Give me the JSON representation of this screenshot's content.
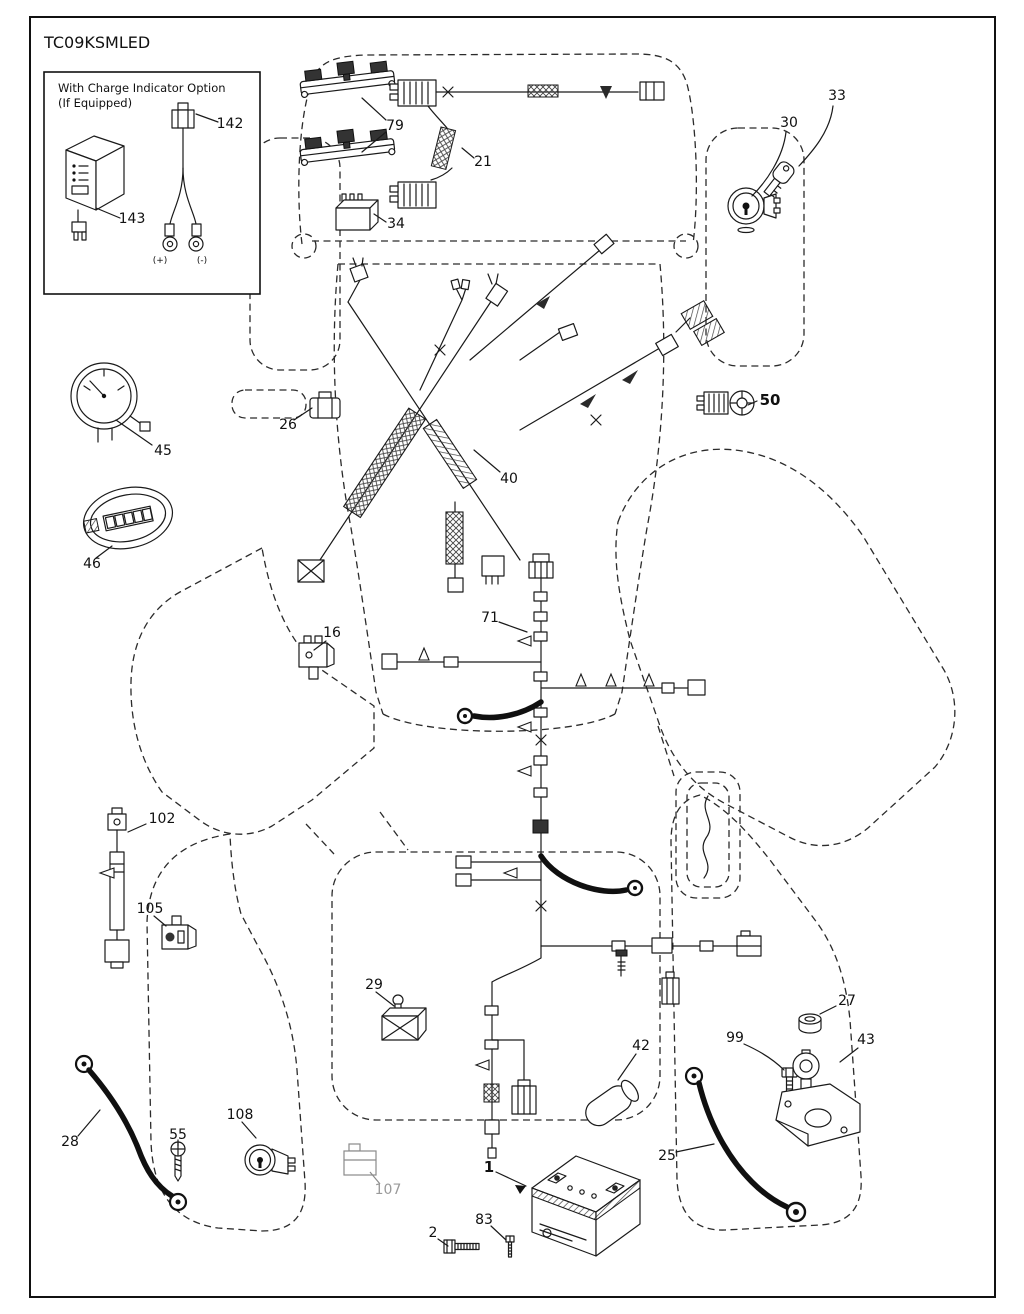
{
  "title": "TC09KSMLED",
  "inset": {
    "heading_line1": "With Charge Indicator Option",
    "heading_line2": "(If Equipped)",
    "plus": "(+)",
    "minus": "(-)"
  },
  "parts": {
    "p1": "1",
    "p2": "2",
    "p16": "16",
    "p21": "21",
    "p25": "25",
    "p26": "26",
    "p27": "27",
    "p28": "28",
    "p29": "29",
    "p30": "30",
    "p33": "33",
    "p34": "34",
    "p40": "40",
    "p42": "42",
    "p43": "43",
    "p45": "45",
    "p46": "46",
    "p50": "50",
    "p55": "55",
    "p71": "71",
    "p79": "79",
    "p83": "83",
    "p99": "99",
    "p102": "102",
    "p105": "105",
    "p107": "107",
    "p108": "108",
    "p142": "142",
    "p143": "143"
  },
  "colors": {
    "line": "#1a1a1a",
    "muted": "#9a9a9a",
    "background": "#ffffff"
  }
}
